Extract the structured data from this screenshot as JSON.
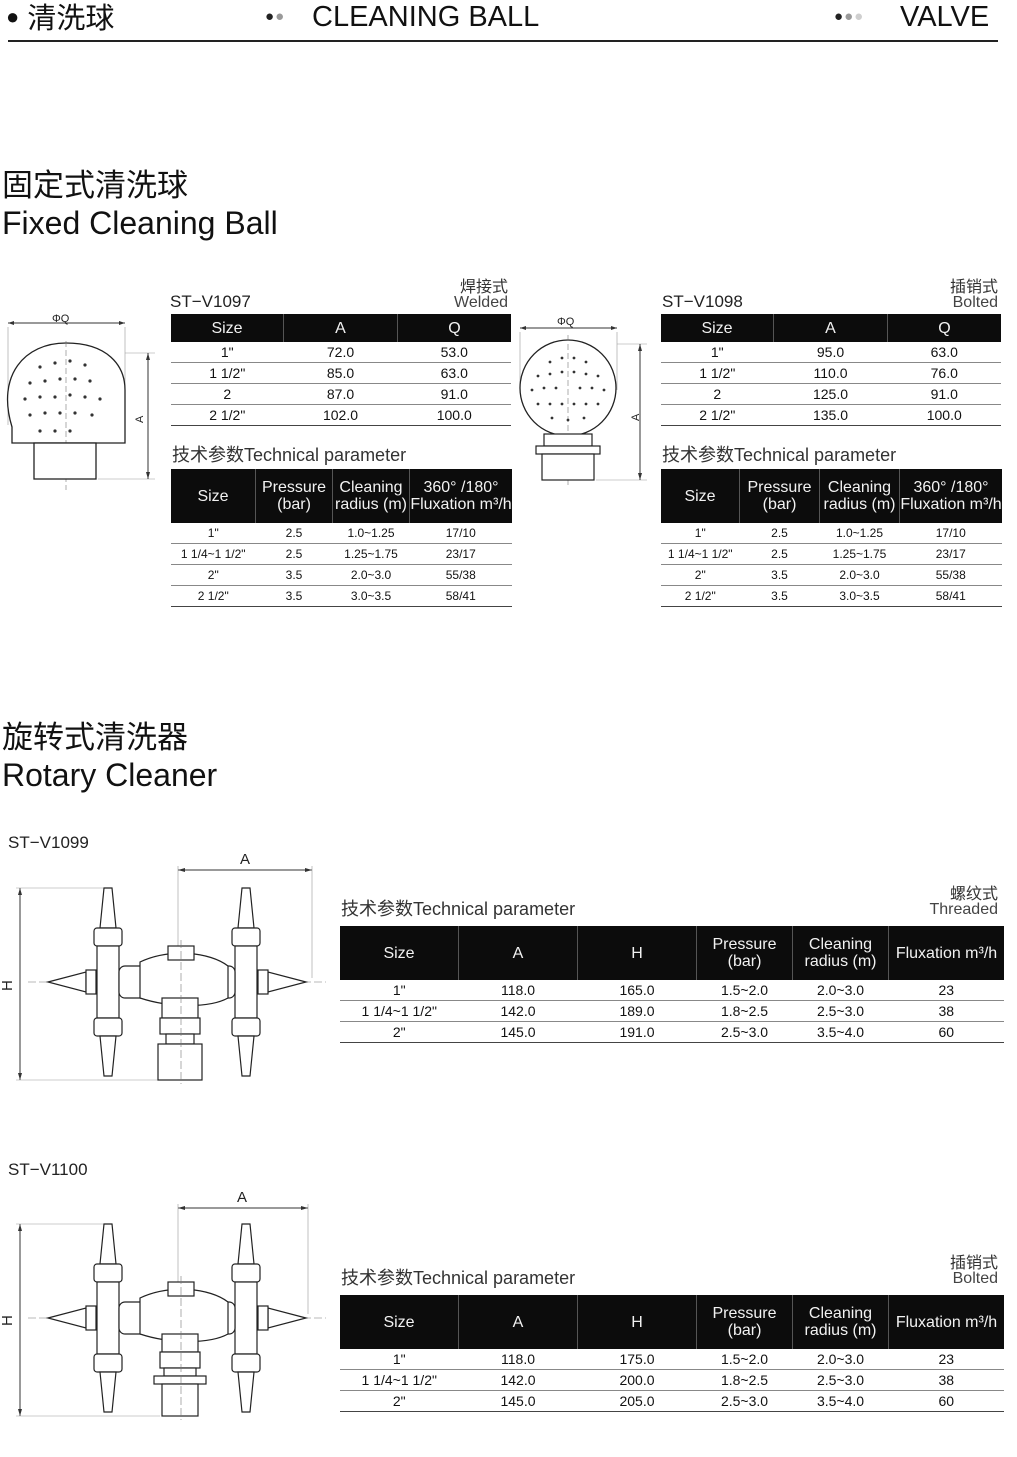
{
  "header": {
    "left_title": "清洗球",
    "center_title": "CLEANING BALL",
    "right_title": "VALVE"
  },
  "section1": {
    "title_cn": "固定式清洗球",
    "title_en": "Fixed Cleaning Ball"
  },
  "section2": {
    "title_cn": "旋转式清洗器",
    "title_en": "Rotary Cleaner"
  },
  "tp_title": "技术参数Technical parameter",
  "v1097": {
    "model": "ST−V1097",
    "type_cn": "焊接式",
    "type_en": "Welded",
    "drawing_labels": {
      "q": "ΦQ",
      "a": "A"
    },
    "dim_headers": [
      "Size",
      "A",
      "Q"
    ],
    "dim_rows": [
      [
        "1\"",
        "72.0",
        "53.0"
      ],
      [
        "1 1/2\"",
        "85.0",
        "63.0"
      ],
      [
        "2",
        "87.0",
        "91.0"
      ],
      [
        "2 1/2\"",
        "102.0",
        "100.0"
      ]
    ],
    "tp_headers": [
      "Size",
      "Pressure (bar)",
      "Cleaning radius (m)",
      "360° /180° Fluxation m³/h"
    ],
    "tp_rows": [
      [
        "1\"",
        "2.5",
        "1.0~1.25",
        "17/10"
      ],
      [
        "1 1/4~1 1/2\"",
        "2.5",
        "1.25~1.75",
        "23/17"
      ],
      [
        "2\"",
        "3.5",
        "2.0~3.0",
        "55/38"
      ],
      [
        "2 1/2\"",
        "3.5",
        "3.0~3.5",
        "58/41"
      ]
    ]
  },
  "v1098": {
    "model": "ST−V1098",
    "type_cn": "插销式",
    "type_en": "Bolted",
    "drawing_labels": {
      "q": "ΦQ",
      "a": "A"
    },
    "dim_headers": [
      "Size",
      "A",
      "Q"
    ],
    "dim_rows": [
      [
        "1\"",
        "95.0",
        "63.0"
      ],
      [
        "1 1/2\"",
        "110.0",
        "76.0"
      ],
      [
        "2",
        "125.0",
        "91.0"
      ],
      [
        "2 1/2\"",
        "135.0",
        "100.0"
      ]
    ],
    "tp_headers": [
      "Size",
      "Pressure (bar)",
      "Cleaning radius (m)",
      "360° /180° Fluxation m³/h"
    ],
    "tp_rows": [
      [
        "1\"",
        "2.5",
        "1.0~1.25",
        "17/10"
      ],
      [
        "1 1/4~1 1/2\"",
        "2.5",
        "1.25~1.75",
        "23/17"
      ],
      [
        "2\"",
        "3.5",
        "2.0~3.0",
        "55/38"
      ],
      [
        "2 1/2\"",
        "3.5",
        "3.0~3.5",
        "58/41"
      ]
    ]
  },
  "v1099": {
    "model": "ST−V1099",
    "type_cn": "螺纹式",
    "type_en": "Threaded",
    "drawing_labels": {
      "a": "A",
      "h": "H"
    },
    "headers": [
      "Size",
      "A",
      "H",
      "Pressure (bar)",
      "Cleaning radius (m)",
      "Fluxation m³/h"
    ],
    "rows": [
      [
        "1\"",
        "118.0",
        "165.0",
        "1.5~2.0",
        "2.0~3.0",
        "23"
      ],
      [
        "1 1/4~1 1/2\"",
        "142.0",
        "189.0",
        "1.8~2.5",
        "2.5~3.0",
        "38"
      ],
      [
        "2\"",
        "145.0",
        "191.0",
        "2.5~3.0",
        "3.5~4.0",
        "60"
      ]
    ]
  },
  "v1100": {
    "model": "ST−V1100",
    "type_cn": "插销式",
    "type_en": "Bolted",
    "drawing_labels": {
      "a": "A",
      "h": "H"
    },
    "headers": [
      "Size",
      "A",
      "H",
      "Pressure (bar)",
      "Cleaning radius (m)",
      "Fluxation m³/h"
    ],
    "rows": [
      [
        "1\"",
        "118.0",
        "175.0",
        "1.5~2.0",
        "2.0~3.0",
        "23"
      ],
      [
        "1 1/4~1 1/2\"",
        "142.0",
        "200.0",
        "1.8~2.5",
        "2.5~3.0",
        "38"
      ],
      [
        "2\"",
        "145.0",
        "205.0",
        "2.5~3.0",
        "3.5~4.0",
        "60"
      ]
    ]
  }
}
